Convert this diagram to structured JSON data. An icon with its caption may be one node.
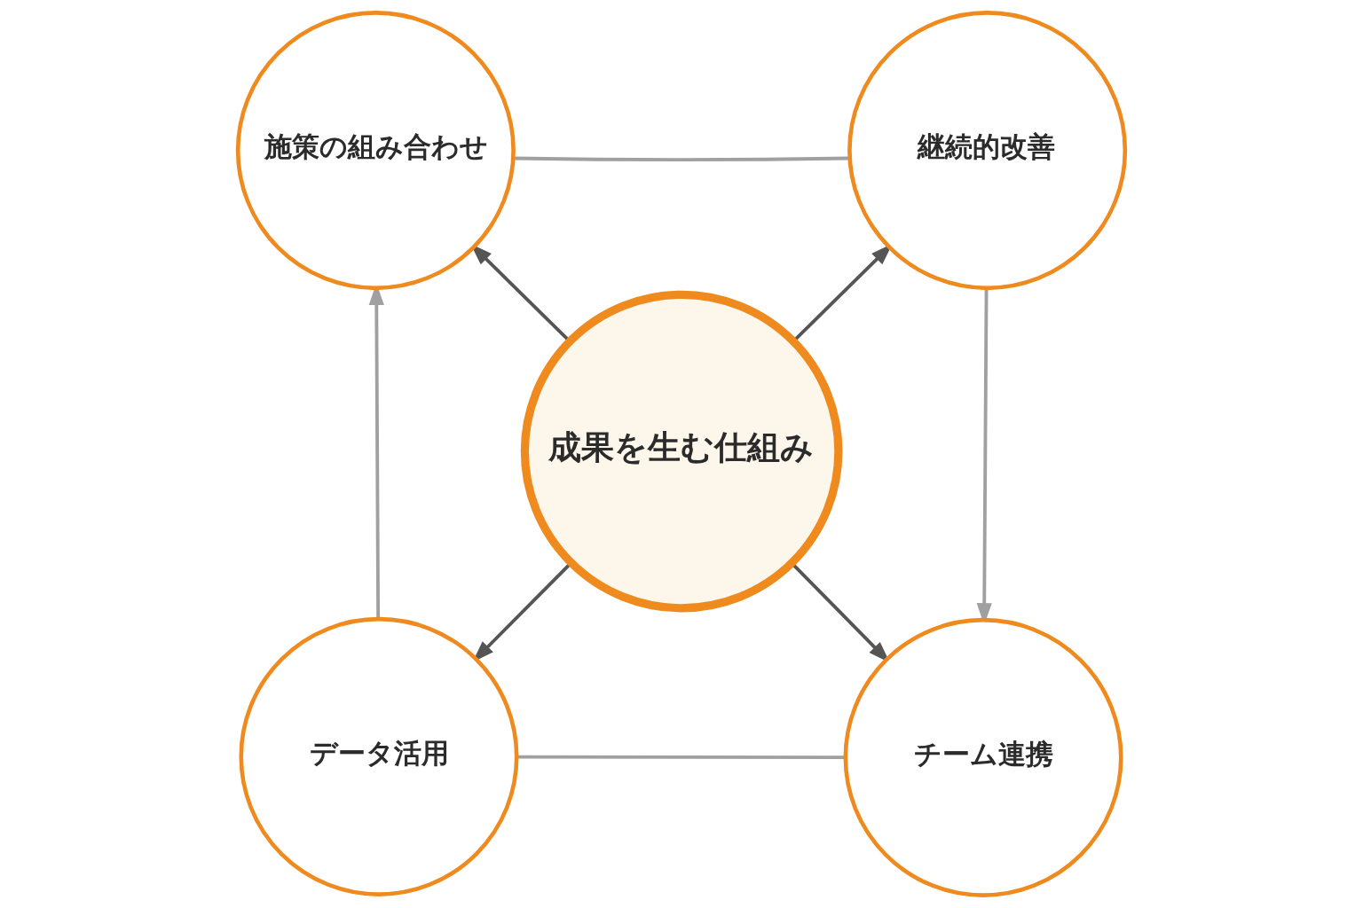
{
  "diagram": {
    "nodes": [
      {
        "text": [
          "施策の組み合わせ"
        ]
      },
      {
        "text": [
          "継続的改善"
        ]
      },
      {
        "text": [
          "成果を生む仕組み"
        ]
      },
      {
        "text": [
          "データ活用"
        ]
      },
      {
        "text": [
          "チーム連携"
        ]
      }
    ],
    "edges": [
      {
        "from": 2,
        "to": 0,
        "arrow": "to"
      },
      {
        "from": 2,
        "to": 1,
        "arrow": "to"
      },
      {
        "from": 2,
        "to": 3,
        "arrow": "to"
      },
      {
        "from": 2,
        "to": 4,
        "arrow": "to"
      },
      {
        "from": 0,
        "to": 1,
        "arrow": "none",
        "color": "#a0a0a0"
      },
      {
        "from": 1,
        "to": 4,
        "arrow": "to",
        "color": "#a0a0a0"
      },
      {
        "from": 3,
        "to": 4,
        "arrow": "none",
        "color": "#a0a0a0"
      },
      {
        "from": 3,
        "to": 0,
        "arrow": "to",
        "color": "#a0a0a0"
      }
    ]
  }
}
